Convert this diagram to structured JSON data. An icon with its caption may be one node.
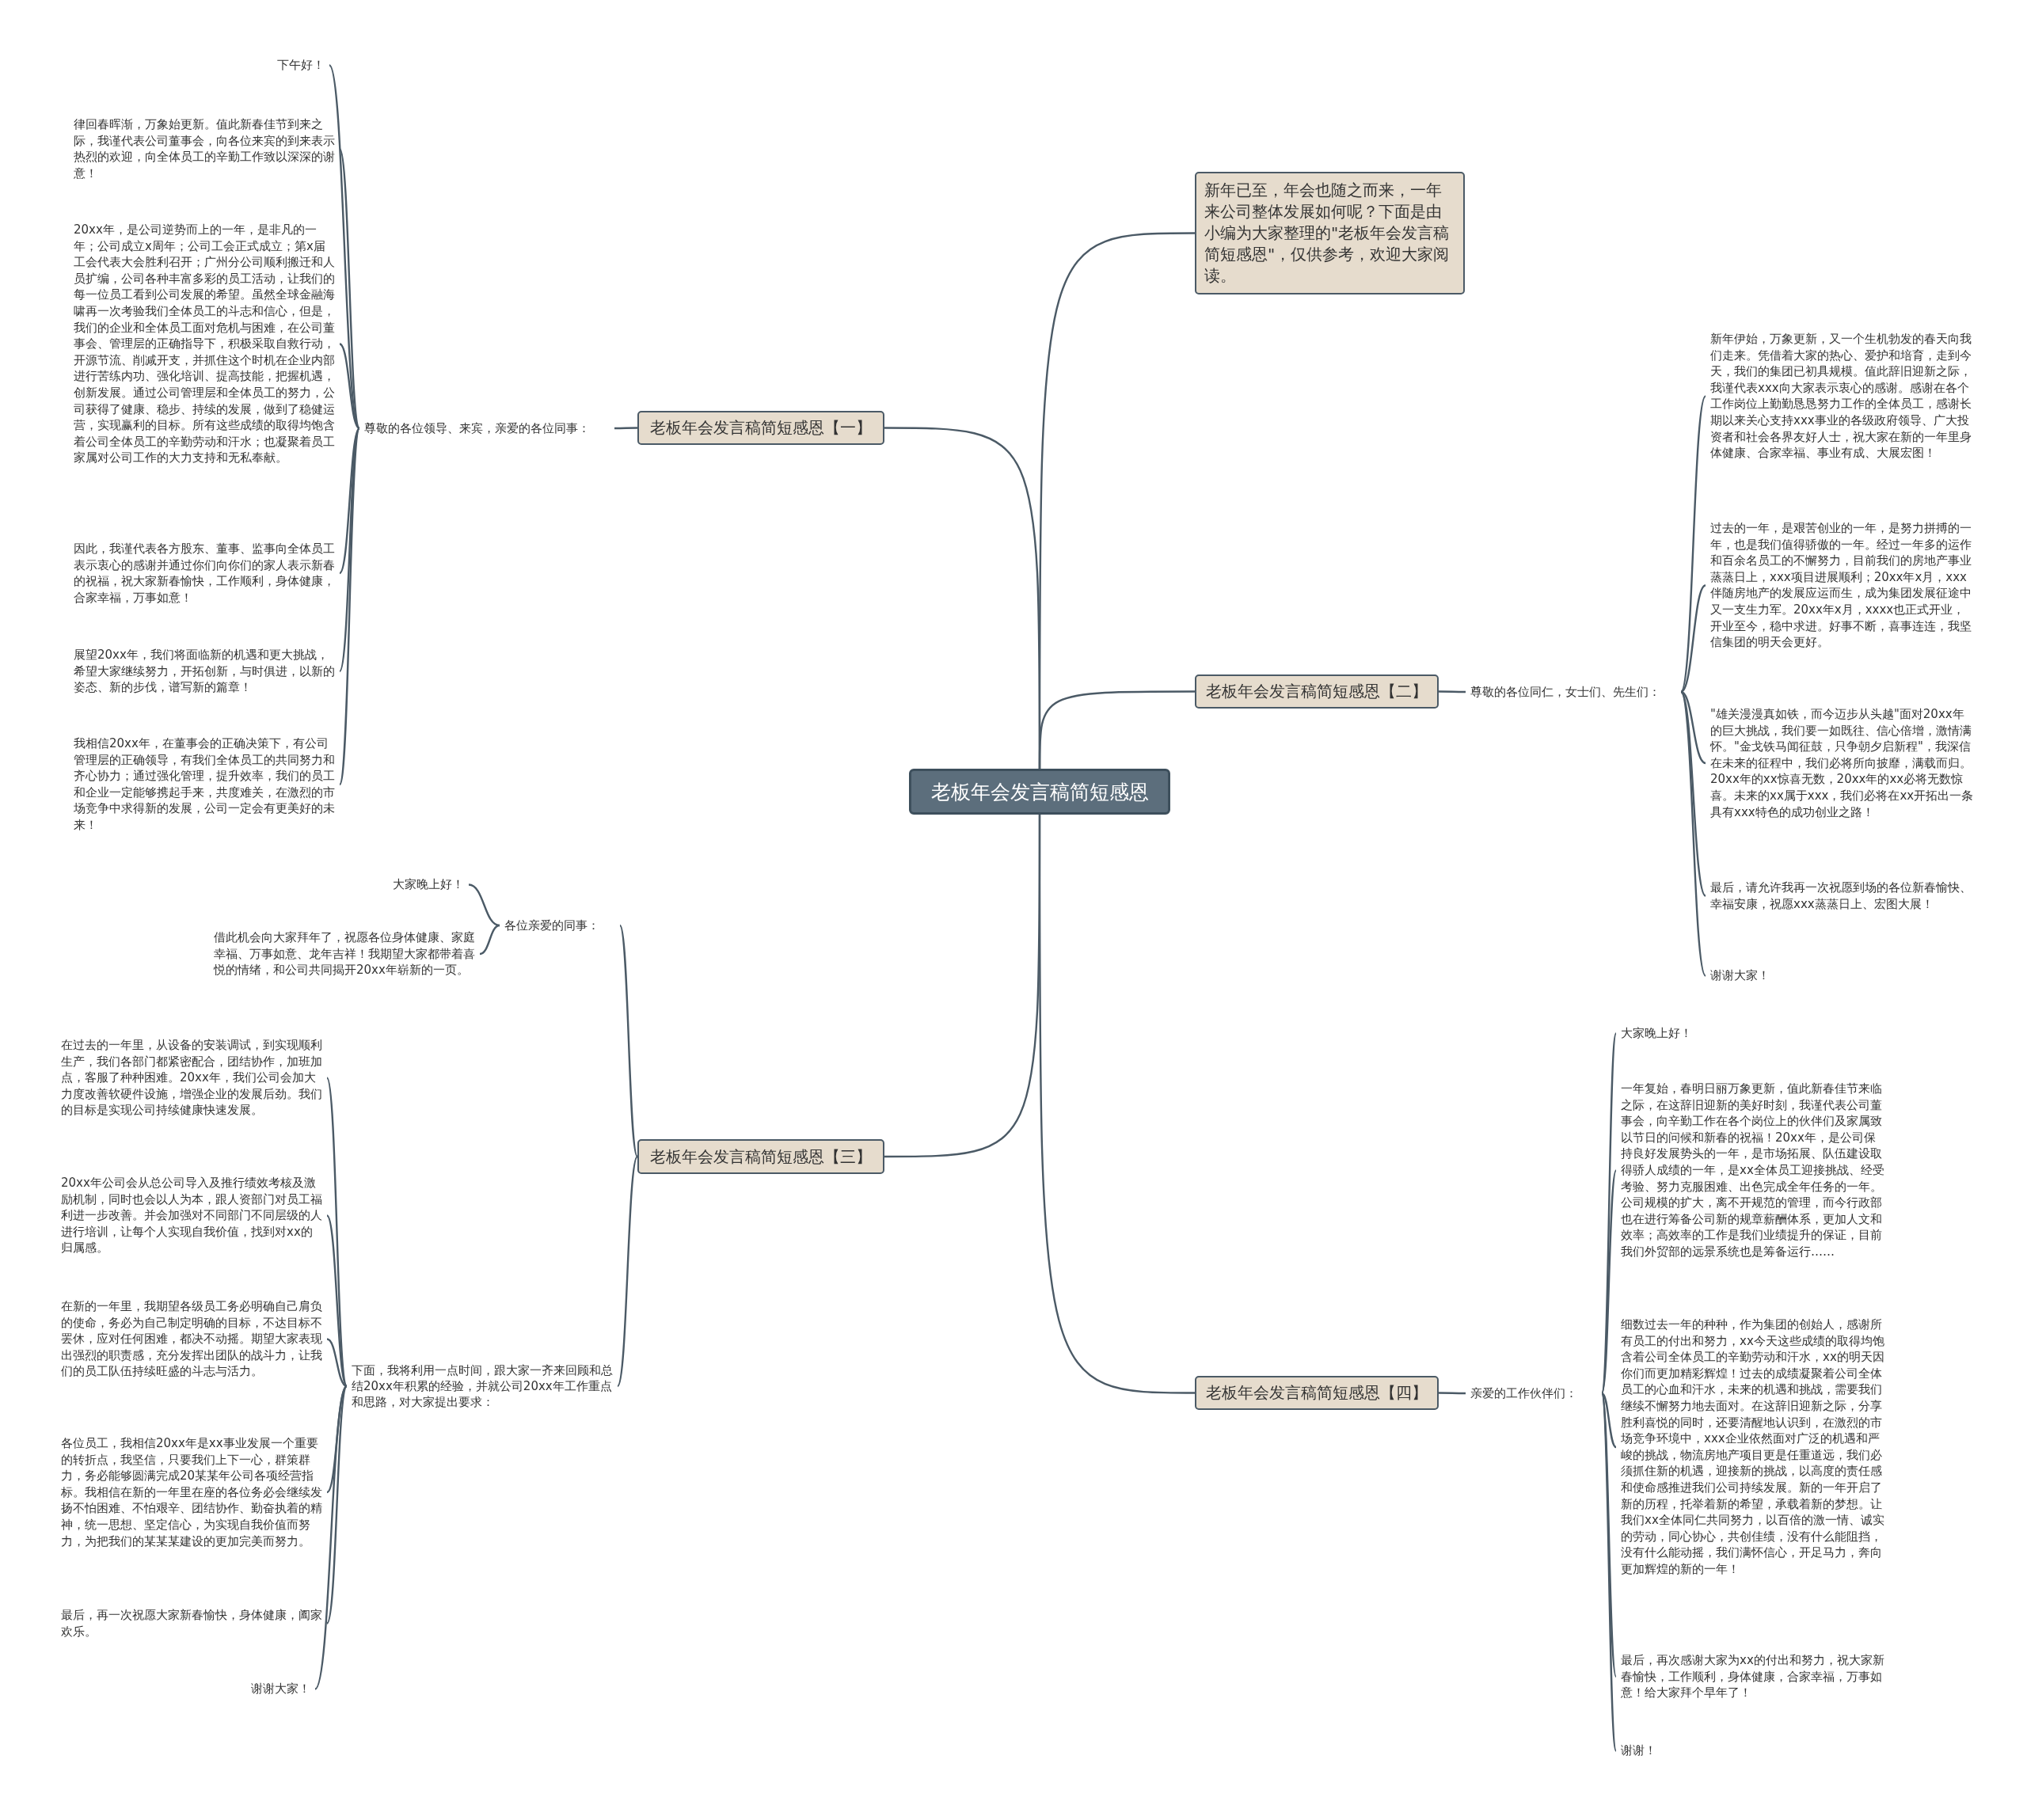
{
  "diagram": {
    "nodes": [
      {
        "text": [
          "老板年会发言稿简短感恩"
        ]
      },
      {
        "text": [
          "新年已至，年会也随之而来，一年来公司整体发展如何呢？下面是由小编为大家整理的\"老板年会发言稿简短感恩\"，仅供参考，欢迎大家阅读。"
        ]
      },
      {
        "text": [
          "老板年会发言稿简短感恩【一】"
        ]
      },
      {
        "text": [
          "尊敬的各位领导、来宾，亲爱的各位同事："
        ]
      },
      {
        "text": [
          "下午好！"
        ]
      },
      {
        "text": [
          "律回春晖渐，万象始更新。值此新春佳节到来之际，我谨代表公司董事会，向各位来宾的到来表示热烈的欢迎，向全体员工的辛勤工作致以深深的谢意！"
        ]
      },
      {
        "text": [
          "20xx年，是公司逆势而上的一年，是非凡的一年；公司成立x周年；公司工会正式成立；第x届工会代表大会胜利召开；广州分公司顺利搬迁和人员扩编，公司各种丰富多彩的员工活动，让我们的每一位员工看到公司发展的希望。虽然全球金融海啸再一次考验我们全体员工的斗志和信心，但是，我们的企业和全体员工面对危机与困难，在公司董事会、管理层的正确指导下，积极采取自救行动，开源节流、削减开支，并抓住这个时机在企业内部进行苦练内功、强化培训、提高技能，把握机遇，创新发展。通过公司管理层和全体员工的努力，公司获得了健康、稳步、持续的发展，做到了稳健运营，实现赢利的目标。所有这些成绩的取得均饱含着公司全体员工的辛勤劳动和汗水；也凝聚着员工家属对公司工作的大力支持和无私奉献。"
        ]
      },
      {
        "text": [
          "因此，我谨代表各方股东、董事、监事向全体员工表示衷心的感谢并通过你们向你们的家人表示新春的祝福，祝大家新春愉快，工作顺利，身体健康，合家幸福，万事如意！"
        ]
      },
      {
        "text": [
          "展望20xx年，我们将面临新的机遇和更大挑战，希望大家继续努力，开拓创新，与时俱进，以新的姿态、新的步伐，谱写新的篇章！"
        ]
      },
      {
        "text": [
          "我相信20xx年，在董事会的正确决策下，有公司管理层的正确领导，有我们全体员工的共同努力和齐心协力；通过强化管理，提升效率，我们的员工和企业一定能够携起手来，共度难关，在激烈的市场竞争中求得新的发展，公司一定会有更美好的未来！"
        ]
      },
      {
        "text": [
          "老板年会发言稿简短感恩【二】"
        ]
      },
      {
        "text": [
          "尊敬的各位同仁，女士们、先生们："
        ]
      },
      {
        "text": [
          "新年伊始，万象更新，又一个生机勃发的春天向我们走来。凭借着大家的热心、爱护和培育，走到今天，我们的集团已初具规模。值此辞旧迎新之际，我谨代表xxx向大家表示衷心的感谢。感谢在各个工作岗位上勤勤恳恳努力工作的全体员工，感谢长期以来关心支持xxx事业的各级政府领导、广大投资者和社会各界友好人士，祝大家在新的一年里身体健康、合家幸福、事业有成、大展宏图！"
        ]
      },
      {
        "text": [
          "过去的一年，是艰苦创业的一年，是努力拼搏的一年，也是我们值得骄傲的一年。经过一年多的运作和百余名员工的不懈努力，目前我们的房地产事业蒸蒸日上，xxx项目进展顺利；20xx年x月，xxx伴随房地产的发展应运而生，成为集团发展征途中又一支生力军。20xx年x月，xxxx也正式开业，开业至今，稳中求进。好事不断，喜事连连，我坚信集团的明天会更好。"
        ]
      },
      {
        "text": [
          "\"雄关漫漫真如铁，而今迈步从头越\"面对20xx年的巨大挑战，我们要一如既往、信心倍增，激情满怀。\"金戈铁马闻征鼓，只争朝夕启新程\"，我深信在未来的征程中，我们必将所向披靡，满载而归。20xx年的xx惊喜无数，20xx年的xx必将无数惊喜。未来的xx属于xxx，我们必将在xx开拓出一条具有xxx特色的成功创业之路！"
        ]
      },
      {
        "text": [
          "最后，请允许我再一次祝愿到场的各位新春愉快、幸福安康，祝愿xxx蒸蒸日上、宏图大展！"
        ]
      },
      {
        "text": [
          "谢谢大家！"
        ]
      },
      {
        "text": [
          "老板年会发言稿简短感恩【三】"
        ]
      },
      {
        "text": [
          "各位亲爱的同事："
        ]
      },
      {
        "text": [
          "大家晚上好！"
        ]
      },
      {
        "text": [
          "借此机会向大家拜年了，祝愿各位身体健康、家庭幸福、万事如意、龙年吉祥！我期望大家都带着喜悦的情绪，和公司共同揭开20xx年崭新的一页。"
        ]
      },
      {
        "text": [
          "下面，我将利用一点时间，跟大家一齐来回顾和总结20xx年积累的经验，并就公司20xx年工作重点和思路，对大家提出要求："
        ]
      },
      {
        "text": [
          "在过去的一年里，从设备的安装调试，到实现顺利生产，我们各部门都紧密配合，团结协作，加班加点，客服了种种困难。20xx年，我们公司会加大力度改善软硬件设施，增强企业的发展后劲。我们的目标是实现公司持续健康快速发展。"
        ]
      },
      {
        "text": [
          "20xx年公司会从总公司导入及推行绩效考核及激励机制，同时也会以人为本，跟人资部门对员工福利进一步改善。并会加强对不同部门不同层级的人进行培训，让每个人实现自我价值，找到对xx的归属感。"
        ]
      },
      {
        "text": [
          "在新的一年里，我期望各级员工务必明确自己肩负的使命，务必为自己制定明确的目标，不达目标不罢休，应对任何困难，都决不动摇。期望大家表现出强烈的职责感，充分发挥出团队的战斗力，让我们的员工队伍持续旺盛的斗志与活力。"
        ]
      },
      {
        "text": [
          "各位员工，我相信20xx年是xx事业发展一个重要的转折点，我坚信，只要我们上下一心，群策群力，务必能够圆满完成20某某年公司各项经营指标。我相信在新的一年里在座的各位务必会继续发扬不怕困难、不怕艰辛、团结协作、勤奋执着的精神，统一思想、坚定信心，为实现自我价值而努力，为把我们的某某某建设的更加完美而努力。"
        ]
      },
      {
        "text": [
          "最后，再一次祝愿大家新春愉快，身体健康，阖家欢乐。"
        ]
      },
      {
        "text": [
          "谢谢大家！"
        ]
      },
      {
        "text": [
          "老板年会发言稿简短感恩【四】"
        ]
      },
      {
        "text": [
          "亲爱的工作伙伴们："
        ]
      },
      {
        "text": [
          "大家晚上好！"
        ]
      },
      {
        "text": [
          "一年复始，春明日丽万象更新，值此新春佳节来临之际，在这辞旧迎新的美好时刻，我谨代表公司董事会，向辛勤工作在各个岗位上的伙伴们及家属致以节日的问候和新春的祝福！20xx年，是公司保持良好发展势头的一年，是市场拓展、队伍建设取得骄人成绩的一年，是xx全体员工迎接挑战、经受考验、努力克服困难、出色完成全年任务的一年。公司规模的扩大，离不开规范的管理，而今行政部也在进行筹备公司新的规章薪酬体系，更加人文和效率；高效率的工作是我们业绩提升的保证，目前我们外贸部的远景系统也是筹备运行……"
        ]
      },
      {
        "text": [
          "细数过去一年的种种，作为集团的创始人，感谢所有员工的付出和努力，xx今天这些成绩的取得均饱含着公司全体员工的辛勤劳动和汗水，xx的明天因你们而更加精彩辉煌！过去的成绩凝聚着公司全体员工的心血和汗水，未来的机遇和挑战，需要我们继续不懈努力地去面对。在这辞旧迎新之际，分享胜利喜悦的同时，还要清醒地认识到，在激烈的市场竞争环境中，xxx企业依然面对广泛的机遇和严峻的挑战，物流房地产项目更是任重道远，我们必须抓住新的机遇，迎接新的挑战，以高度的责任感和使命感推进我们公司持续发展。新的一年开启了新的历程，托举着新的希望，承载着新的梦想。让我们xx全体同仁共同努力，以百倍的激一情、诚实的劳动，同心协心，共创佳绩，没有什么能阻挡，没有什么能动摇，我们满怀信心，开足马力，奔向更加辉煌的新的一年！"
        ]
      },
      {
        "text": [
          "最后，再次感谢大家为xx的付出和努力，祝大家新春愉快，工作顺利，身体健康，合家幸福，万事如意！给大家拜个早年了！"
        ]
      },
      {
        "text": [
          "谢谢！"
        ]
      }
    ],
    "edges": [
      {
        "from": 0,
        "to": 1,
        "arrow": "none"
      },
      {
        "from": 0,
        "to": 2,
        "arrow": "none"
      },
      {
        "from": 2,
        "to": 3,
        "arrow": "none"
      },
      {
        "from": 3,
        "to": 4,
        "arrow": "none"
      },
      {
        "from": 3,
        "to": 5,
        "arrow": "none"
      },
      {
        "from": 3,
        "to": 6,
        "arrow": "none"
      },
      {
        "from": 3,
        "to": 7,
        "arrow": "none"
      },
      {
        "from": 3,
        "to": 8,
        "arrow": "none"
      },
      {
        "from": 3,
        "to": 9,
        "arrow": "none"
      },
      {
        "from": 0,
        "to": 10,
        "arrow": "none"
      },
      {
        "from": 10,
        "to": 11,
        "arrow": "none"
      },
      {
        "from": 11,
        "to": 12,
        "arrow": "none"
      },
      {
        "from": 11,
        "to": 13,
        "arrow": "none"
      },
      {
        "from": 11,
        "to": 14,
        "arrow": "none"
      },
      {
        "from": 11,
        "to": 15,
        "arrow": "none"
      },
      {
        "from": 11,
        "to": 16,
        "arrow": "none"
      },
      {
        "from": 0,
        "to": 17,
        "arrow": "none"
      },
      {
        "from": 17,
        "to": 18,
        "arrow": "none"
      },
      {
        "from": 18,
        "to": 19,
        "arrow": "none"
      },
      {
        "from": 18,
        "to": 20,
        "arrow": "none"
      },
      {
        "from": 17,
        "to": 21,
        "arrow": "none"
      },
      {
        "from": 21,
        "to": 22,
        "arrow": "none"
      },
      {
        "from": 21,
        "to": 23,
        "arrow": "none"
      },
      {
        "from": 21,
        "to": 24,
        "arrow": "none"
      },
      {
        "from": 21,
        "to": 25,
        "arrow": "none"
      },
      {
        "from": 21,
        "to": 26,
        "arrow": "none"
      },
      {
        "from": 21,
        "to": 27,
        "arrow": "none"
      },
      {
        "from": 0,
        "to": 28,
        "arrow": "none"
      },
      {
        "from": 28,
        "to": 29,
        "arrow": "none"
      },
      {
        "from": 29,
        "to": 30,
        "arrow": "none"
      },
      {
        "from": 29,
        "to": 31,
        "arrow": "none"
      },
      {
        "from": 29,
        "to": 32,
        "arrow": "none"
      },
      {
        "from": 29,
        "to": 33,
        "arrow": "none"
      },
      {
        "from": 29,
        "to": 34,
        "arrow": "none"
      }
    ]
  }
}
